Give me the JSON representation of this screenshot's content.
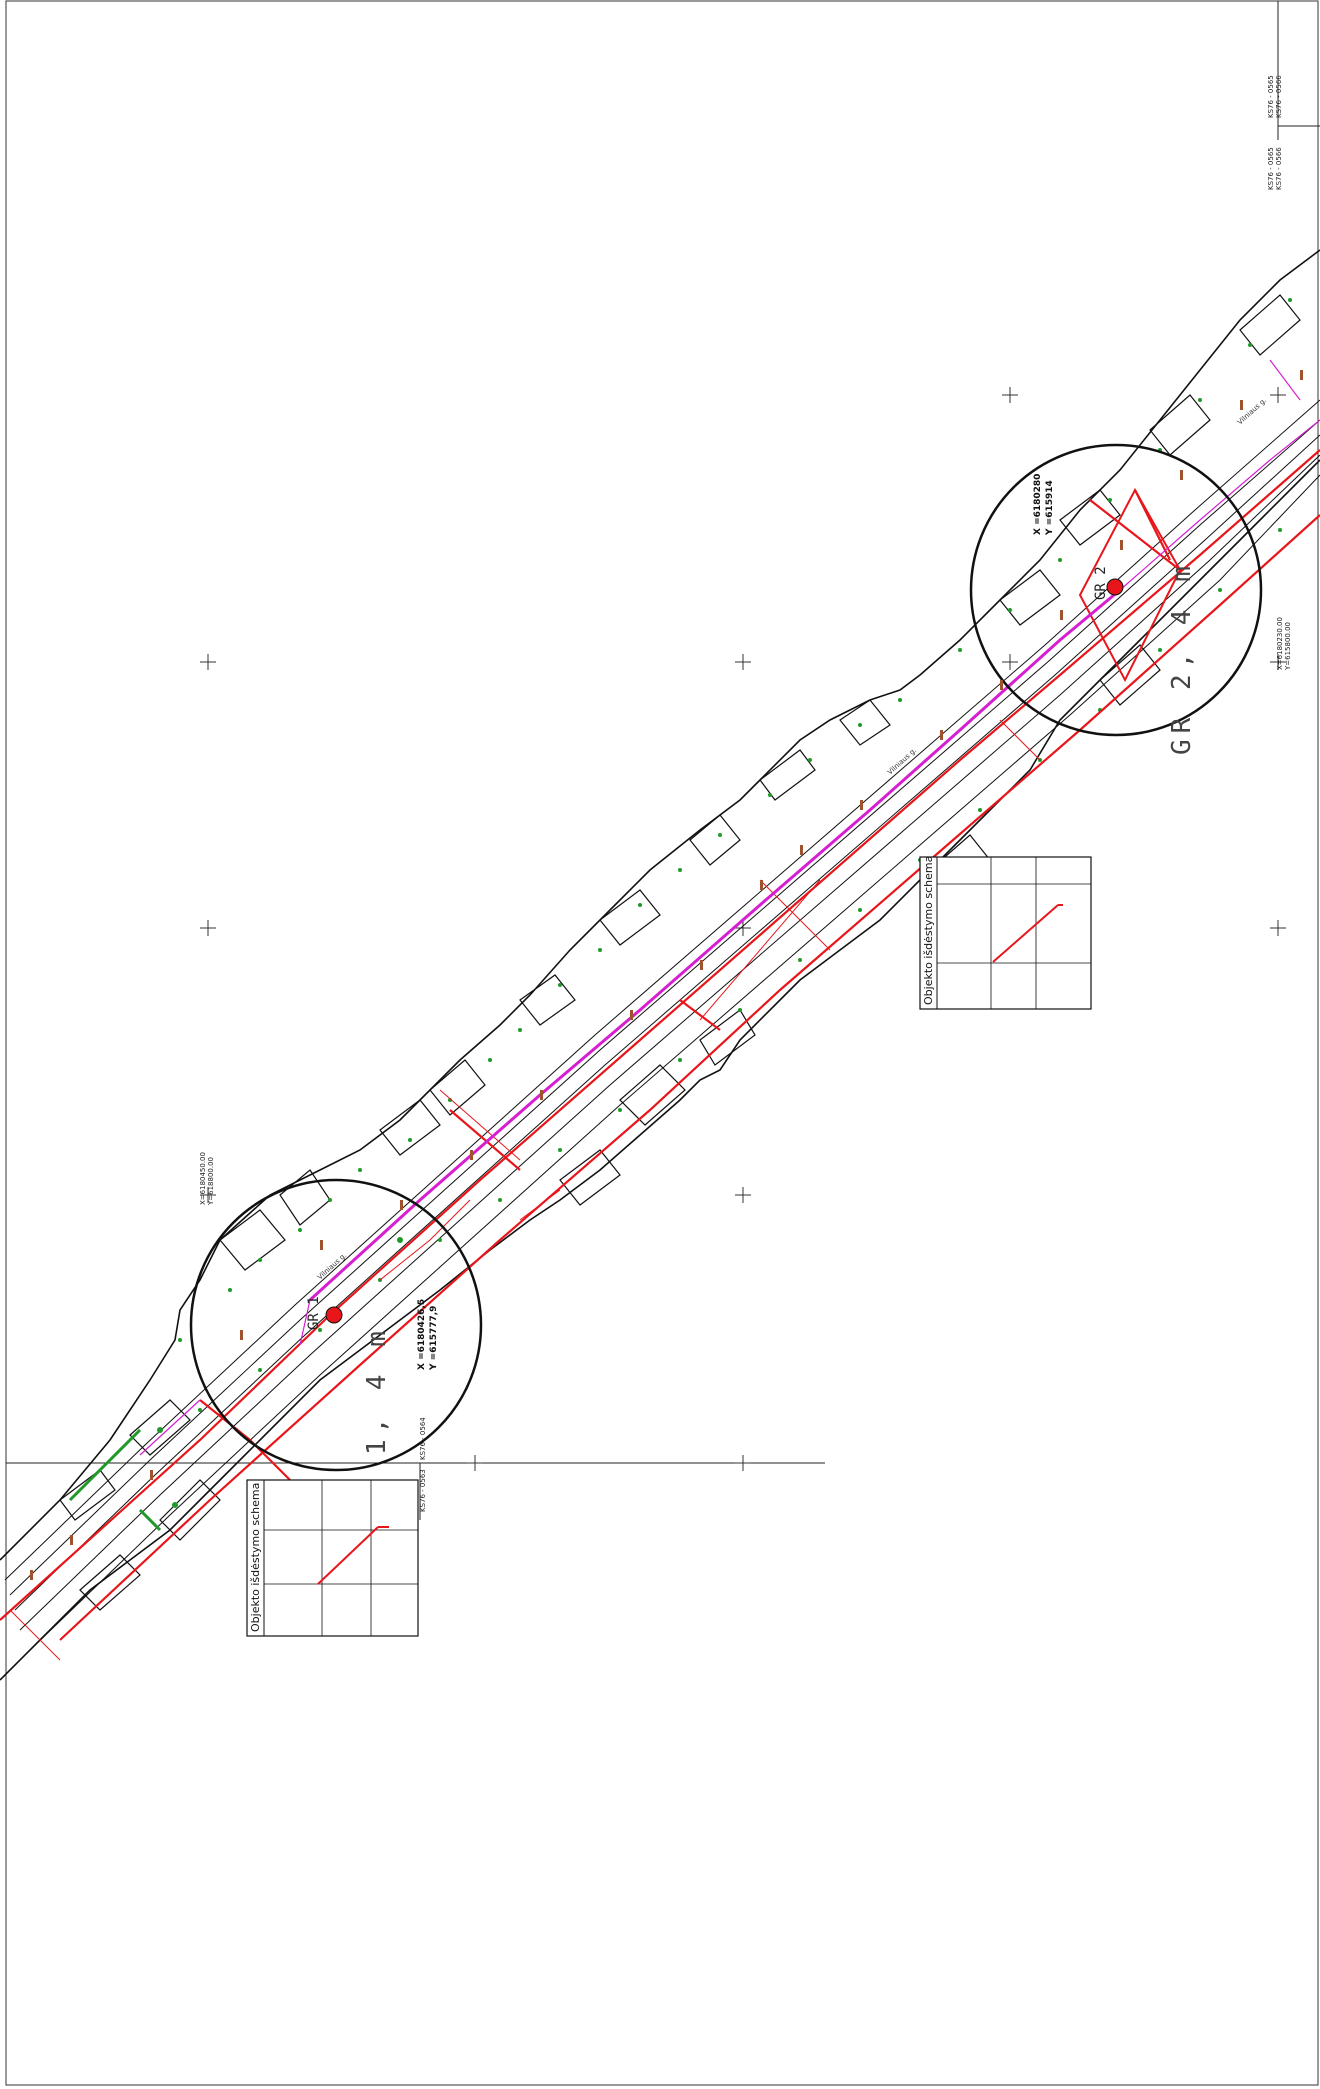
{
  "colors": {
    "red": "#e8161b",
    "magenta": "#d61fd0",
    "green": "#1f9a2a",
    "black": "#111111",
    "label_brown": "#a0522d"
  },
  "sheet": {
    "top_ids": [
      "KS76 - 0565",
      "KS76 - 0566"
    ],
    "top_ids_right": [
      "KS76 - 0565",
      "KS76 - 0566"
    ],
    "bottom_ids": [
      "KS76 - 0563",
      "KS76 - 0564"
    ]
  },
  "coordinate_labels": [
    {
      "x": "X=6180450.00",
      "y": "Y=618800.00"
    },
    {
      "x": "X=6180230.00",
      "y": "Y=615800.00"
    }
  ],
  "markers": [
    {
      "name": "GR 1",
      "radius_label": "GR 1, 4 m",
      "x_coord": "X =6180426,5",
      "y_coord": "Y =615777,9"
    },
    {
      "name": "GR 2",
      "radius_label": "GR 2, 4 m",
      "x_coord": "X =6180280",
      "y_coord": "Y =615914"
    }
  ],
  "schema_boxes": [
    {
      "title": "Objekto išdėstymo schema"
    },
    {
      "title": "Objekto išdėstymo schema"
    }
  ],
  "street_labels": [
    "Vilniaus g.",
    "Vilniaus g.",
    "Vilniaus g."
  ]
}
